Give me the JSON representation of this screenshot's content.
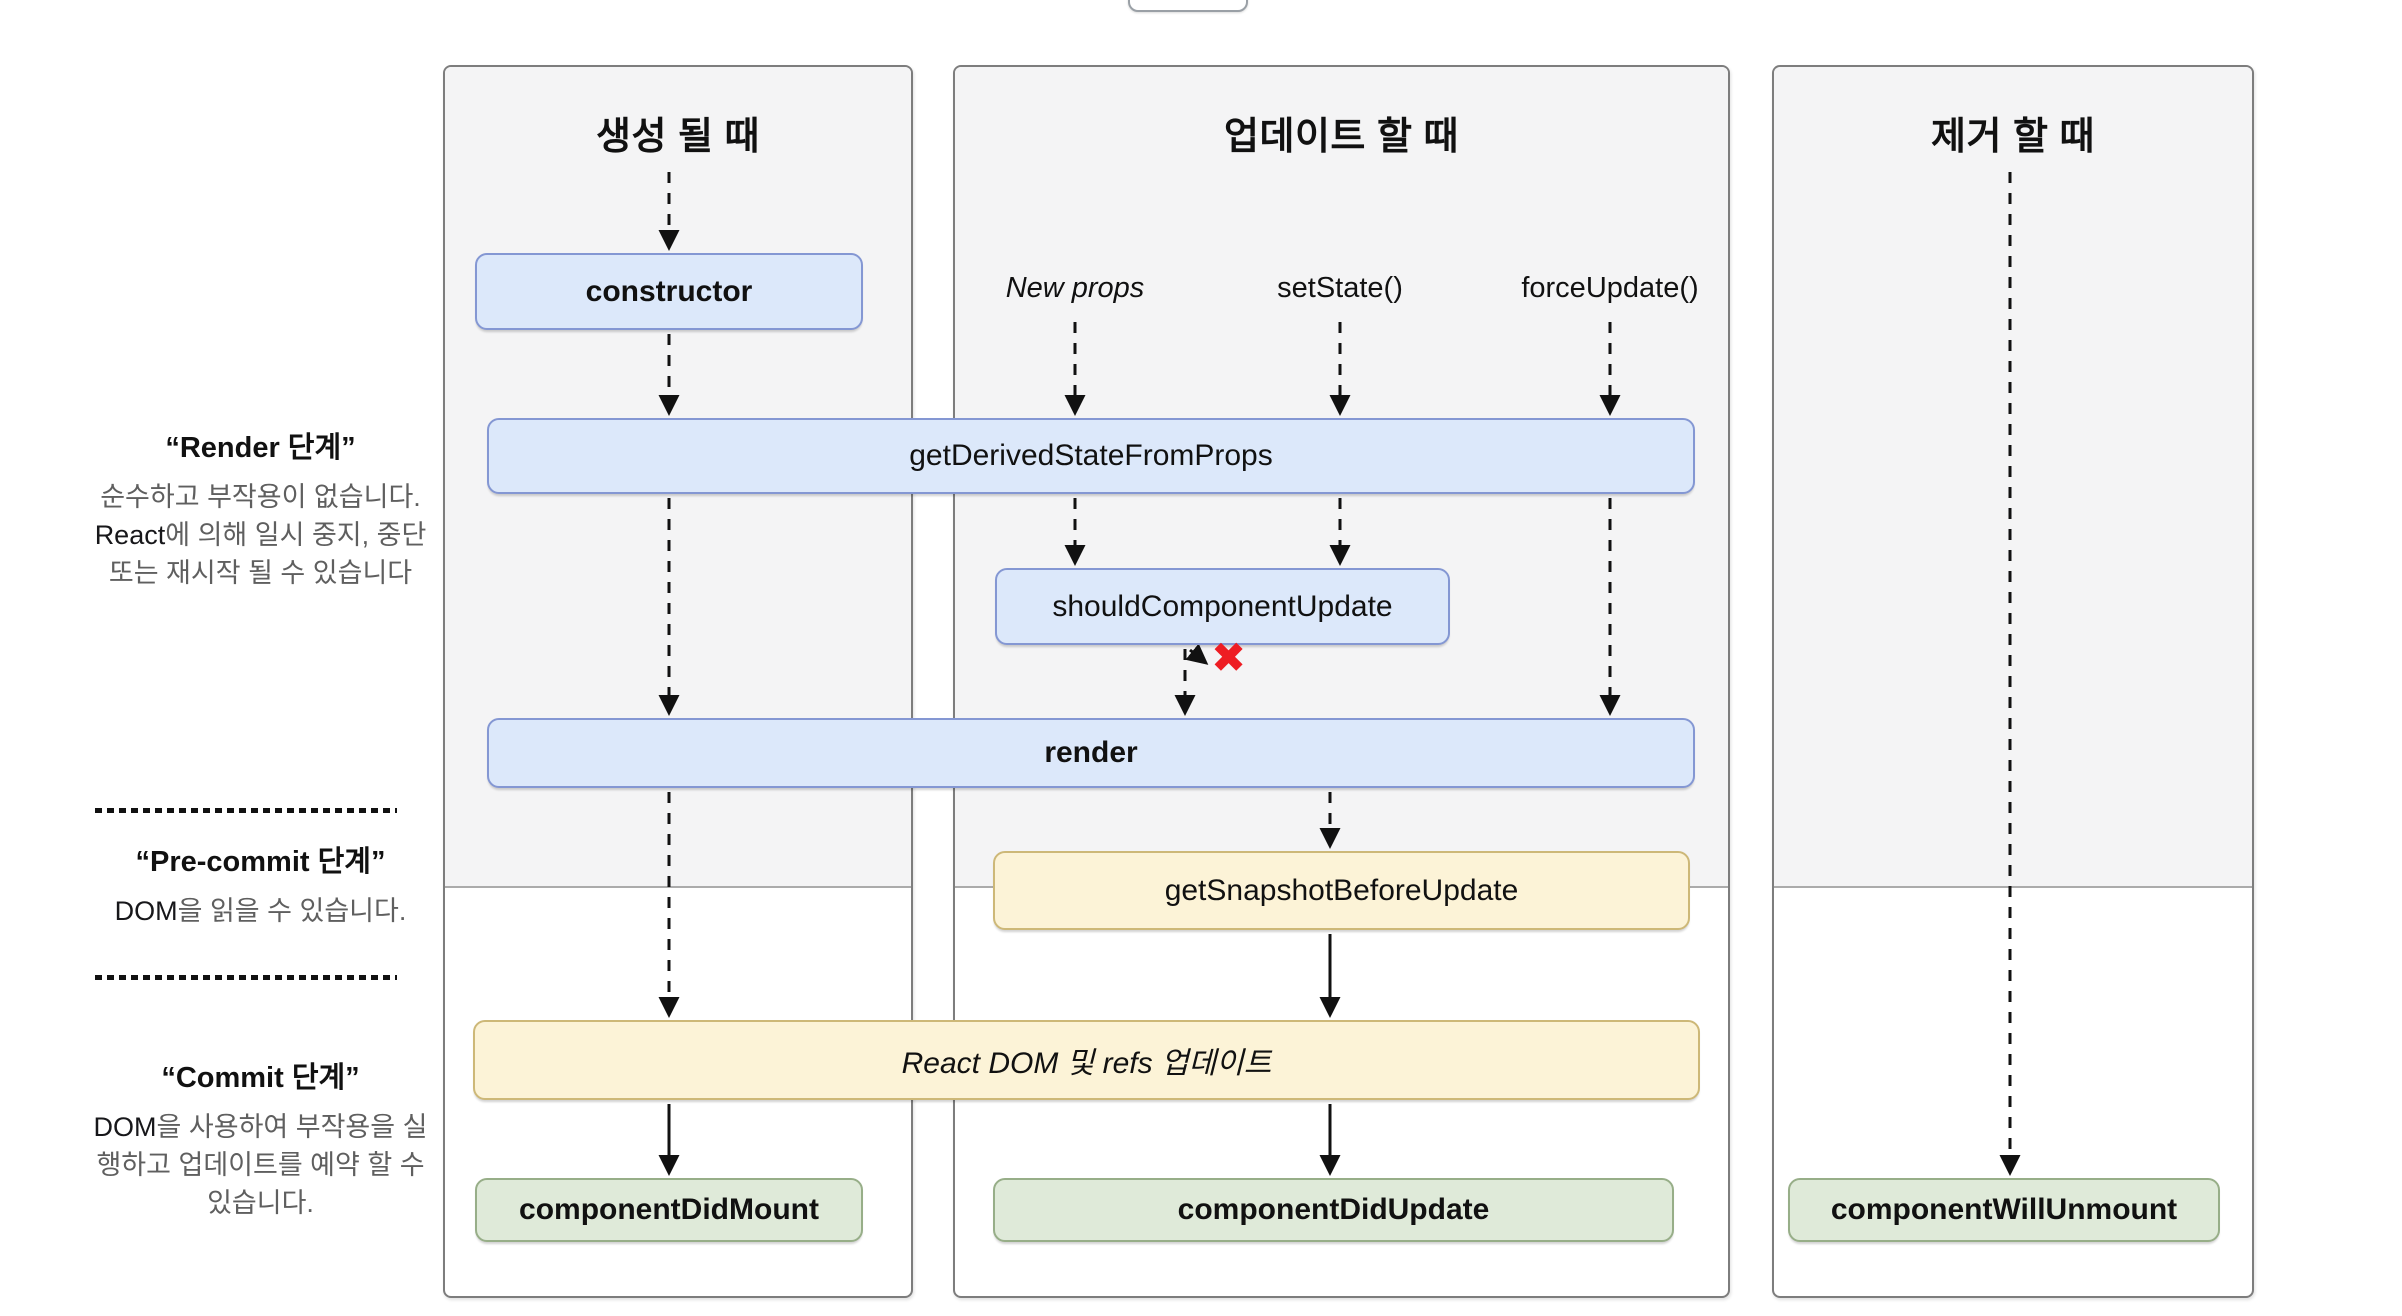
{
  "colors": {
    "page_bg": "#ffffff",
    "panel_border": "#7d7d7d",
    "render_phase_bg": "#f4f4f5",
    "phase_divider": "#ababab",
    "blue_fill": "#dce8fa",
    "blue_border": "#8497d3",
    "yellow_fill": "#fcf3d7",
    "yellow_border": "#cdb878",
    "green_fill": "#dfead9",
    "green_border": "#97ae88",
    "arrow": "#111111",
    "x_mark": "#ee1d23",
    "text_primary": "#111111",
    "text_secondary": "#5f5f5f"
  },
  "columns": {
    "mount": {
      "title": "생성 될 때"
    },
    "update": {
      "title": "업데이트 할 때"
    },
    "unmount": {
      "title": "제거 할 때"
    }
  },
  "phase_labels": {
    "render": {
      "title": "“Render 단계”",
      "body_seg1": "순수하고 부작용이 없습니다. ",
      "body_em": "React",
      "body_seg2": "에 의해 일시 중지, 중단 또는 재시작 될 수 있습니다"
    },
    "pre_commit": {
      "title": "“Pre-commit 단계”",
      "body_seg1": "",
      "body_em": "DOM",
      "body_seg2": "을 읽을 수 있습니다."
    },
    "commit": {
      "title": "“Commit 단계”",
      "body_seg1": "",
      "body_em": "DOM",
      "body_seg2": "을 사용하여 부작용을 실행하고 업데이트를 예약 할 수 있습니다."
    }
  },
  "triggers": {
    "new_props": "New props",
    "set_state": "setState()",
    "force_update": "forceUpdate()"
  },
  "lifecycle": {
    "constructor": "constructor",
    "get_derived_state_from_props": "getDerivedStateFromProps",
    "should_component_update": "shouldComponentUpdate",
    "render": "render",
    "get_snapshot_before_update": "getSnapshotBeforeUpdate",
    "react_dom_update": "React DOM 및 refs 업데이트",
    "component_did_mount": "componentDidMount",
    "component_did_update": "componentDidUpdate",
    "component_will_unmount": "componentWillUnmount"
  },
  "icons": {
    "abort_x": "✖"
  }
}
